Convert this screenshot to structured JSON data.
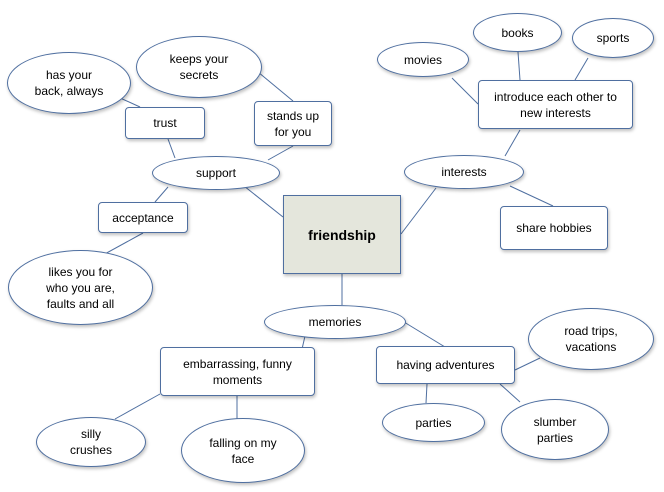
{
  "colors": {
    "line": "#4f6fa0",
    "node_fill": "#ffffff",
    "center_fill": "#e4e6dc"
  },
  "nodes": {
    "friendship": "friendship",
    "support": "support",
    "trust": "trust",
    "has_your_back": "has your\nback, always",
    "keeps_secrets": "keeps your\nsecrets",
    "stands_up": "stands up\nfor you",
    "acceptance": "acceptance",
    "likes_you": "likes you for\nwho you are,\nfaults and all",
    "interests": "interests",
    "introduce": "introduce each other to\nnew interests",
    "movies": "movies",
    "books": "books",
    "sports": "sports",
    "share_hobbies": "share hobbies",
    "memories": "memories",
    "embarrassing": "embarrassing, funny\nmoments",
    "silly_crushes": "silly\ncrushes",
    "falling": "falling on my\nface",
    "adventures": "having adventures",
    "road_trips": "road trips,\nvacations",
    "parties": "parties",
    "slumber": "slumber\nparties"
  }
}
